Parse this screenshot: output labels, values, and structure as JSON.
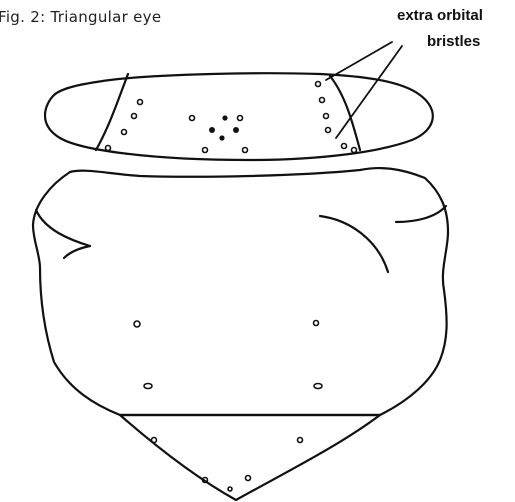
{
  "caption": "Fig. 2: Triangular eye",
  "annotation": {
    "line1": "extra orbital",
    "line2": "bristles"
  }
}
